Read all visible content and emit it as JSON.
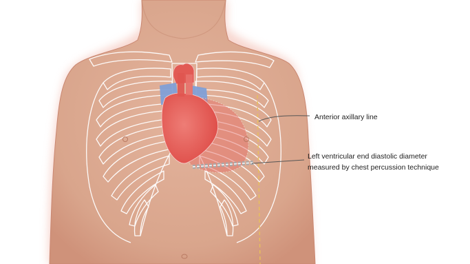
{
  "labels": {
    "anterior_axillary_line": "Anterior axillary line",
    "lved_line1": "Left ventricular end diastolic diameter",
    "lved_line2": "measured by chest percussion technique"
  },
  "colors": {
    "skin": "#d9a58c",
    "skin_shadow": "#c98c73",
    "rib_outline": "#ffffff",
    "heart": "#e35a55",
    "heart_light": "#ee8b86",
    "great_vessels": "#7f9fd6",
    "axillary_line": "#e8c15a",
    "pointer_line": "#555555"
  },
  "icons": {
    "heart": "heart-icon",
    "ribcage": "ribcage-icon"
  }
}
